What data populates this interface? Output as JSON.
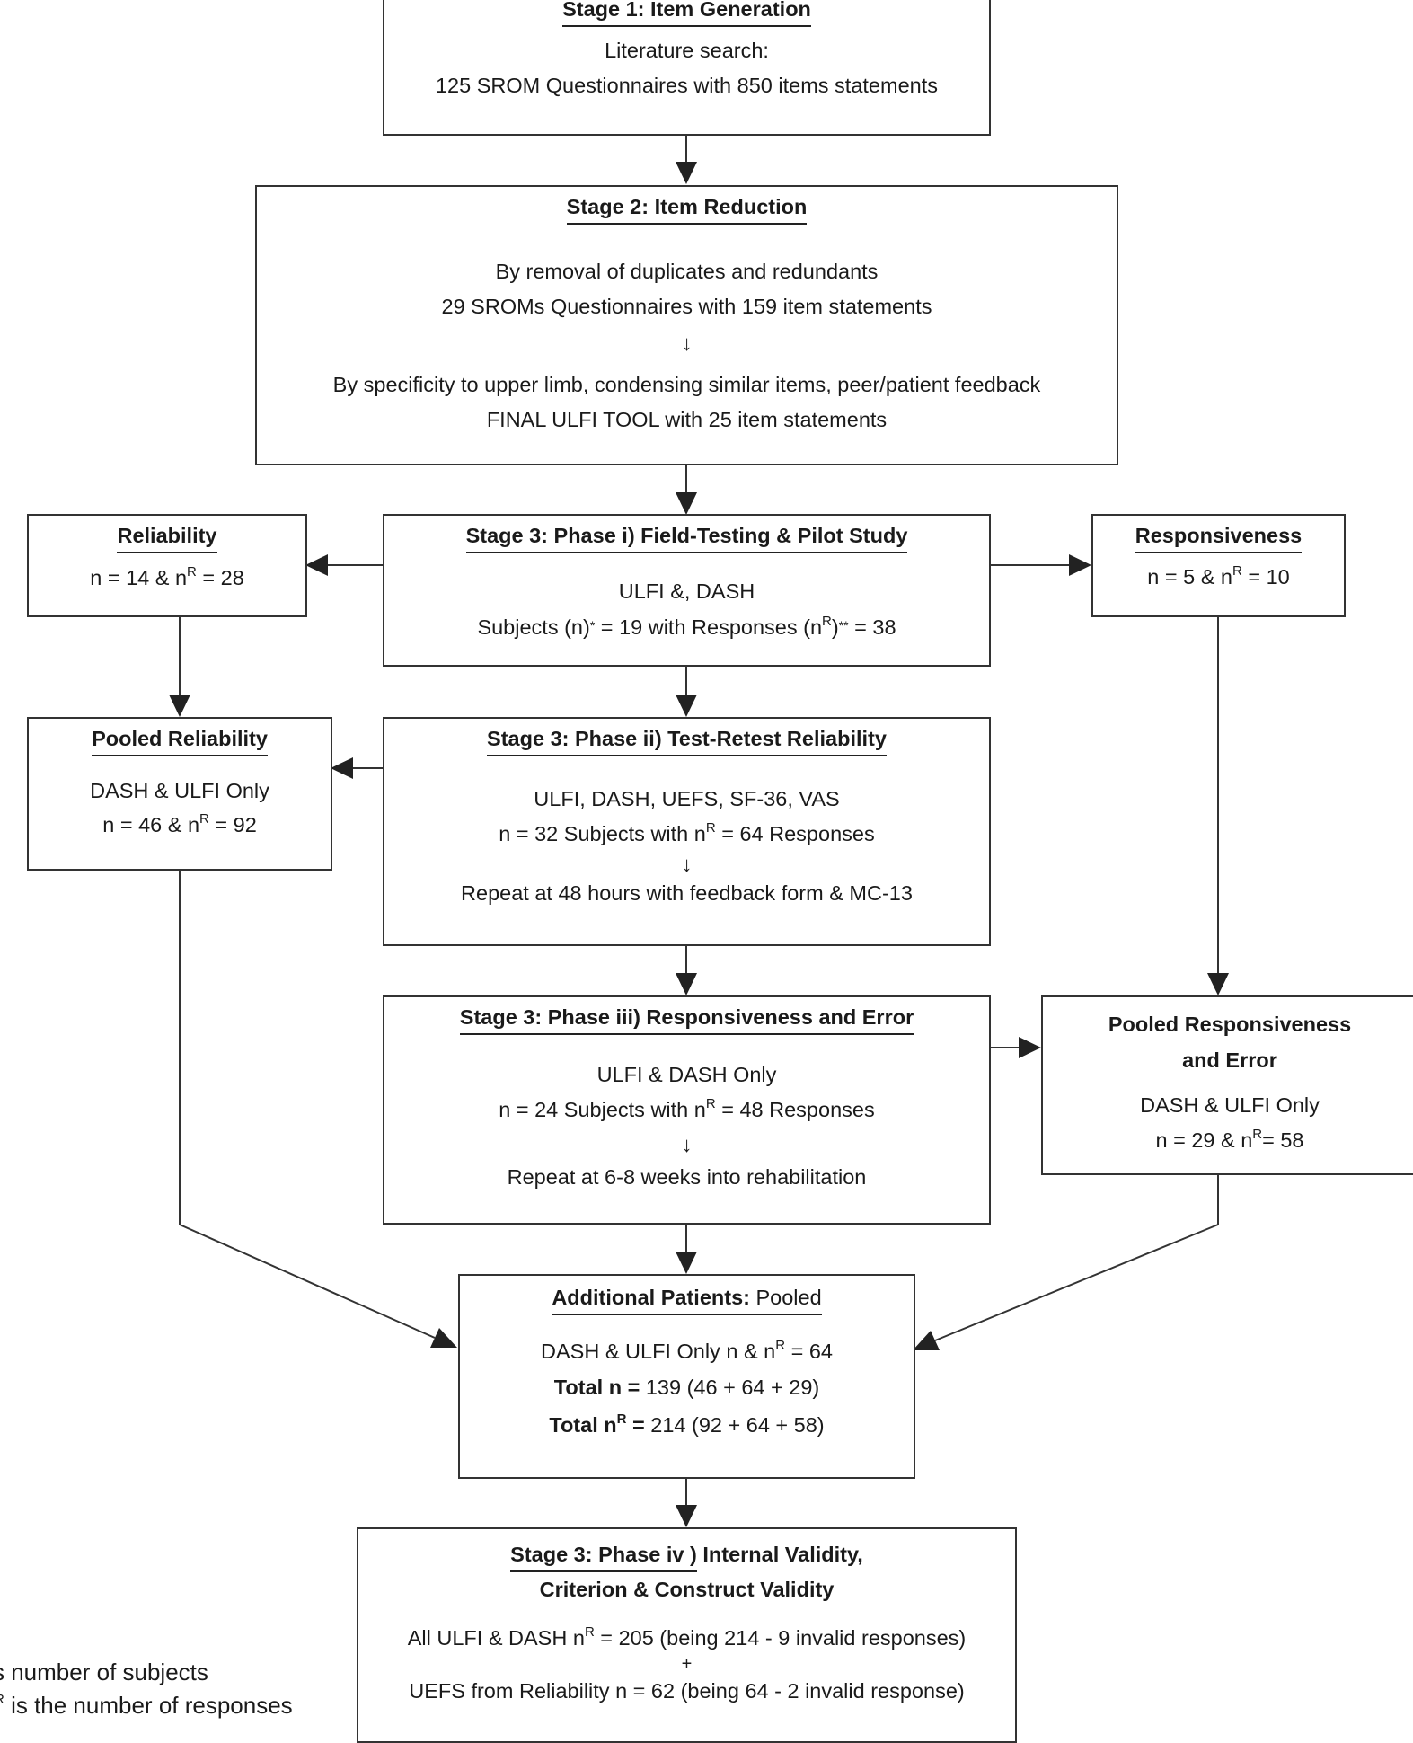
{
  "stage1": {
    "title": "Stage 1: Item Generation",
    "line1": "Literature search:",
    "line2": "125 SROM Questionnaires with 850 items statements"
  },
  "stage2": {
    "title": "Stage 2: Item Reduction",
    "line1": "By  removal of duplicates and redundants",
    "line2": "29 SROMs Questionnaires with 159 item statements",
    "arrow": "↓",
    "line3": "By specificity to upper limb, condensing similar items, peer/patient feedback",
    "line4": "FINAL ULFI TOOL with 25 item statements"
  },
  "reliability": {
    "title": "Reliability",
    "n_part": "n = 14 & n",
    "sup": "R",
    "nr_part": " = 28"
  },
  "phase1": {
    "title": "Stage 3: Phase i) Field-Testing & Pilot Study",
    "line1": "ULFI &, DASH",
    "l2a": "Subjects (n)",
    "l2b": "*",
    "l2c": " = 19 with Responses (n",
    "l2d": "R",
    "l2e": ")",
    "l2f": "**",
    "l2g": " = 38"
  },
  "responsiveness": {
    "title": "Responsiveness",
    "n_part": "n = 5 & n",
    "sup": "R",
    "nr_part": " = 10"
  },
  "pooled_reliability": {
    "title": "Pooled Reliability",
    "line1": "DASH & ULFI Only",
    "n_part": "n = 46 & n",
    "sup": "R",
    "nr_part": " = 92"
  },
  "phase2": {
    "title": "Stage 3: Phase ii) Test-Retest Reliability",
    "line1": "ULFI, DASH, UEFS, SF-36, VAS",
    "l2a": "n = 32 Subjects with n",
    "l2b": "R",
    "l2c": " = 64 Responses",
    "arrow": "↓",
    "line3": "Repeat at 48 hours with feedback form & MC-13"
  },
  "phase3": {
    "title": "Stage 3: Phase iii) Responsiveness and Error",
    "line1": "ULFI & DASH Only",
    "l2a": "n = 24 Subjects with n",
    "l2b": "R",
    "l2c": " = 48 Responses",
    "arrow": "↓",
    "line3": "Repeat at 6-8 weeks into rehabilitation"
  },
  "pooled_responsiveness": {
    "title1": "Pooled Responsiveness",
    "title2": "and Error",
    "line1": "DASH & ULFI Only",
    "n_part": "n = 29 & n",
    "sup": "R",
    "nr_part": "= 58"
  },
  "additional": {
    "title_bold": "Additional Patients:",
    "title_rest": " Pooled",
    "l1a": "DASH & ULFI Only n & n",
    "l1b": "R",
    "l1c": " = 64",
    "l2_bold": "Total n =",
    "l2_rest": " 139 (46 + 64 + 29)",
    "l3_bold_a": "Total n",
    "l3_sup": "R",
    "l3_bold_b": " =",
    "l3_rest": " 214 (92 + 64 + 58)"
  },
  "phase4": {
    "title_ul": "Stage 3: Phase iv )",
    "title_rest": " Internal Validity,",
    "title2": "Criterion & Construct Validity",
    "l1a": "All ULFI & DASH n",
    "l1b": "R",
    "l1c": " = 205 (being 214 - 9 invalid responses)",
    "plus": "+",
    "line2": "UEFS from Reliability n = 62 (being 64 - 2 invalid response)"
  },
  "legend": {
    "line1": "s number of subjects",
    "line2a": "R",
    "line2b": "  is the number of responses"
  }
}
